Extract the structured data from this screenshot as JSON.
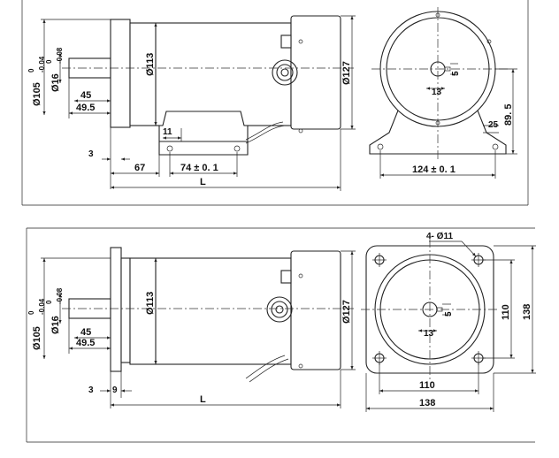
{
  "top_view": {
    "side": {
      "dia_105": "Ø105",
      "dia_105_tol_up": "0",
      "dia_105_tol_dn": "-0.04",
      "dia_16": "Ø16",
      "dia_16_tol_up": "0",
      "dia_16_tol_dn": "-0.08",
      "dia_113": "Ø113",
      "dia_127": "Ø127",
      "dim_45": "45",
      "dim_49_5": "49.5",
      "dim_11": "11",
      "dim_3": "3",
      "dim_67": "67",
      "dim_74": "74 ± 0. 1",
      "dim_L": "L"
    },
    "front": {
      "dim_5": "5",
      "dim_13": "13",
      "dim_89_5": "89. 5",
      "dim_25": "25",
      "dim_124": "124 ± 0. 1"
    }
  },
  "bottom_view": {
    "side": {
      "dia_105": "Ø105",
      "dia_105_tol_up": "0",
      "dia_105_tol_dn": "-0.04",
      "dia_16": "Ø16",
      "dia_16_tol_up": "0",
      "dia_16_tol_dn": "-0.08",
      "dia_113": "Ø113",
      "dia_127": "Ø127",
      "dim_45": "45",
      "dim_49_5": "49.5",
      "dim_3": "3",
      "dim_9": "9",
      "dim_L": "L"
    },
    "front": {
      "holes": "4- Ø11",
      "dim_5": "5",
      "dim_13": "13",
      "dim_110_v": "110",
      "dim_138_v": "138",
      "dim_110_h": "110",
      "dim_138_h": "138"
    }
  }
}
